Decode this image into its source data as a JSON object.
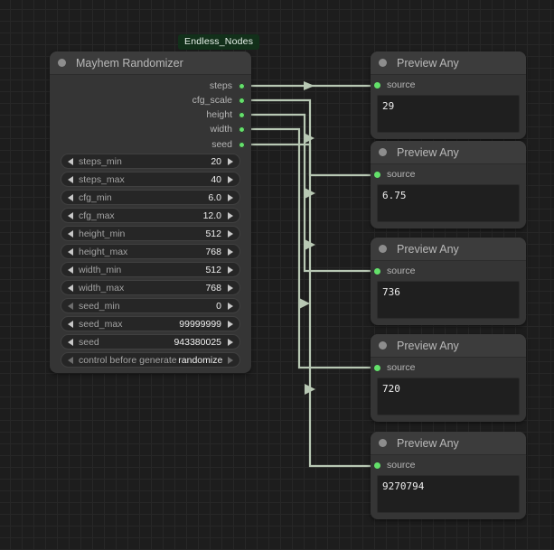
{
  "canvas": {
    "background_color": "#1d1d1d",
    "grid_color": "#272727",
    "link_color": "#b8c8b4"
  },
  "group": {
    "label": "Endless_Nodes",
    "color": "#12301a",
    "text_color": "#e9f3ec"
  },
  "randomizer_node": {
    "title": "Mayhem Randomizer",
    "outputs": [
      {
        "label": "steps"
      },
      {
        "label": "cfg_scale"
      },
      {
        "label": "height"
      },
      {
        "label": "width"
      },
      {
        "label": "seed"
      }
    ],
    "widgets": [
      {
        "label": "steps_min",
        "value": "20"
      },
      {
        "label": "steps_max",
        "value": "40"
      },
      {
        "label": "cfg_min",
        "value": "6.0"
      },
      {
        "label": "cfg_max",
        "value": "12.0"
      },
      {
        "label": "height_min",
        "value": "512"
      },
      {
        "label": "height_max",
        "value": "768"
      },
      {
        "label": "width_min",
        "value": "512"
      },
      {
        "label": "width_max",
        "value": "768"
      },
      {
        "label": "seed_min",
        "value": "0"
      },
      {
        "label": "seed_max",
        "value": "99999999"
      },
      {
        "label": "seed",
        "value": "943380025"
      },
      {
        "label": "control before generate",
        "value": "randomize"
      }
    ]
  },
  "preview_nodes": [
    {
      "title": "Preview Any",
      "input_label": "source",
      "value": "29"
    },
    {
      "title": "Preview Any",
      "input_label": "source",
      "value": "6.75"
    },
    {
      "title": "Preview Any",
      "input_label": "source",
      "value": "736"
    },
    {
      "title": "Preview Any",
      "input_label": "source",
      "value": "720"
    },
    {
      "title": "Preview Any",
      "input_label": "source",
      "value": "9270794"
    }
  ]
}
